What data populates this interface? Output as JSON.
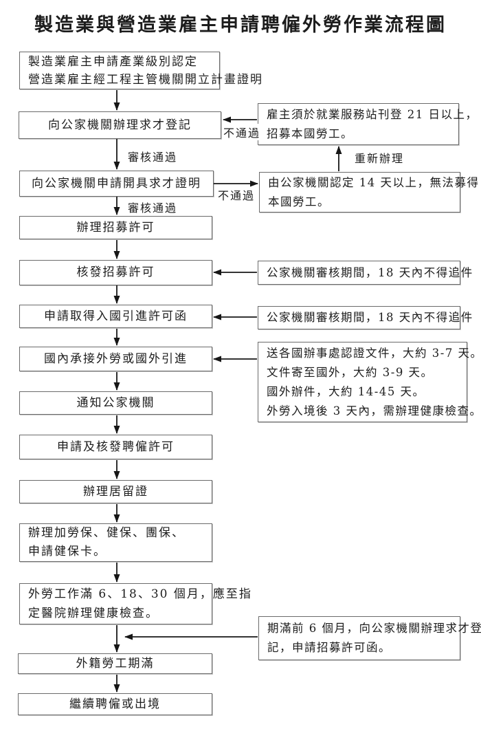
{
  "title": "製造業與營造業雇主申請聘僱外勞作業流程圖",
  "steps": [
    {
      "lines": [
        "製造業雇主申請產業級別認定",
        "營造業雇主經工程主管機關開立計畫證明"
      ]
    },
    {
      "lines": [
        "向公家機關辦理求才登記"
      ]
    },
    {
      "lines": [
        "向公家機關申請開具求才證明"
      ]
    },
    {
      "lines": [
        "辦理招募許可"
      ]
    },
    {
      "lines": [
        "核發招募許可"
      ]
    },
    {
      "lines": [
        "申請取得入國引進許可函"
      ]
    },
    {
      "lines": [
        "國內承接外勞或國外引進"
      ]
    },
    {
      "lines": [
        "通知公家機關"
      ]
    },
    {
      "lines": [
        "申請及核發聘僱許可"
      ]
    },
    {
      "lines": [
        "辦理居留證"
      ]
    },
    {
      "lines": [
        "辦理加勞保、健保、團保、",
        "申請健保卡。"
      ]
    },
    {
      "lines": [
        "外勞工作滿 6、18、30 個月，應至指",
        "定醫院辦理健康檢查。"
      ]
    },
    {
      "lines": [
        "外籍勞工期滿"
      ]
    },
    {
      "lines": [
        "繼續聘僱或出境"
      ]
    }
  ],
  "notes": [
    {
      "lines": [
        "雇主須於就業服務站刊登 21 日以上，",
        "招募本國勞工。"
      ]
    },
    {
      "lines": [
        "由公家機關認定 14 天以上，無法募得",
        "本國勞工。"
      ]
    },
    {
      "lines": [
        "公家機關審核期間，18 天內不得追件"
      ]
    },
    {
      "lines": [
        "公家機關審核期間，18 天內不得追件"
      ]
    },
    {
      "lines": [
        "送各國辦事處認證文件，大約 3-7 天。",
        "文件寄至國外，大約 3-9 天。",
        "國外辦件，大約 14-45 天。",
        "外勞入境後 3 天內，需辦理健康檢查。"
      ]
    },
    {
      "lines": [
        "期滿前 6 個月，向公家機關辦理求才登",
        "記，申請招募許可函。"
      ]
    }
  ],
  "edge_labels": {
    "not_pass_top": "不通過",
    "pass_top": "審核通過",
    "redo": "重新辦理",
    "not_pass_mid": "不通過",
    "pass_mid": "審核通過"
  },
  "colors": {
    "box_border": "#6a6a6a",
    "arrow": "#161616",
    "text": "#1c1c1c",
    "background": "#ffffff"
  }
}
